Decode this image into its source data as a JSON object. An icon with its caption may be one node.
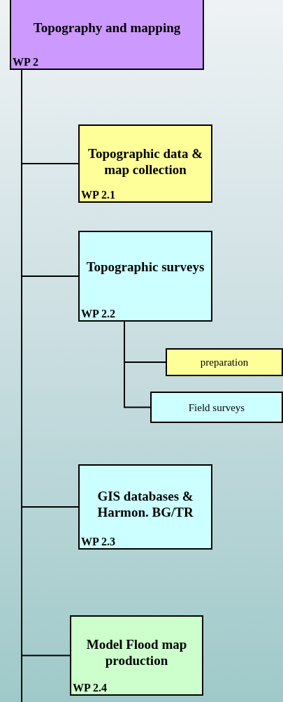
{
  "diagram": {
    "nodes": [
      {
        "text": [
          "Topography and mapping",
          "WP 2"
        ]
      },
      {
        "text": [
          "Topographic data & map collection",
          "WP 2.1"
        ]
      },
      {
        "text": [
          "Topographic surveys",
          "WP 2.2"
        ]
      },
      {
        "text": [
          "preparation"
        ]
      },
      {
        "text": [
          "Field surveys"
        ]
      },
      {
        "text": [
          "GIS databases & Harmon. BG/TR",
          "WP 2.3"
        ]
      },
      {
        "text": [
          "Model Flood map production",
          "WP 2.4"
        ]
      }
    ],
    "edges": [
      {
        "from": 0,
        "to": 1,
        "arrow": "none"
      },
      {
        "from": 0,
        "to": 2,
        "arrow": "none"
      },
      {
        "from": 2,
        "to": 3,
        "arrow": "none"
      },
      {
        "from": 2,
        "to": 4,
        "arrow": "none"
      },
      {
        "from": 0,
        "to": 5,
        "arrow": "none"
      },
      {
        "from": 0,
        "to": 6,
        "arrow": "none"
      }
    ]
  }
}
